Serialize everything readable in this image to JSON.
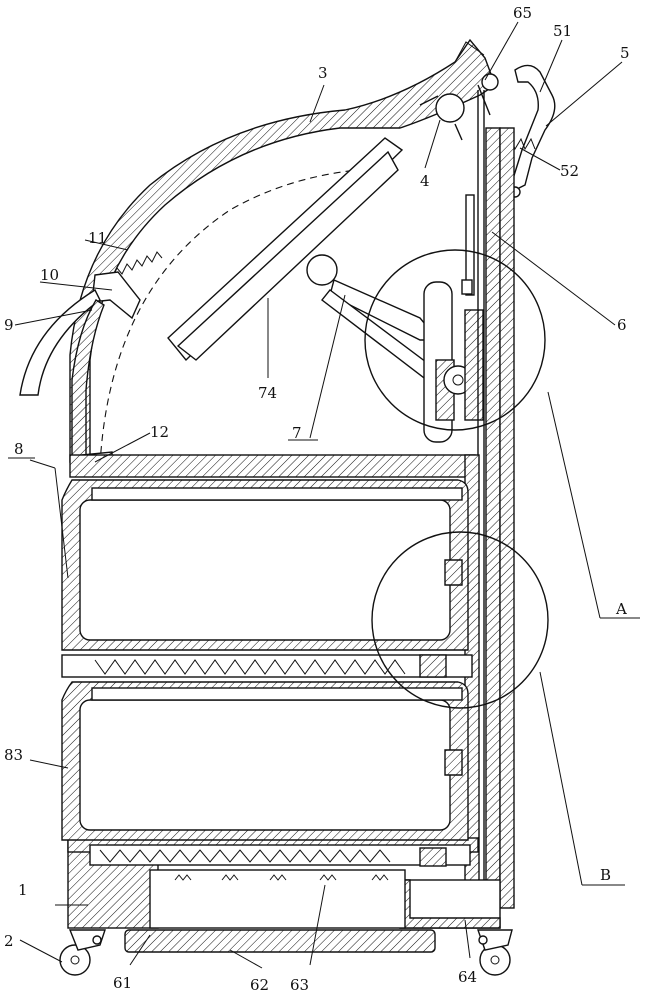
{
  "labels": [
    {
      "id": "1",
      "text": "1"
    },
    {
      "id": "2",
      "text": "2"
    },
    {
      "id": "3",
      "text": "3"
    },
    {
      "id": "4",
      "text": "4"
    },
    {
      "id": "5",
      "text": "5"
    },
    {
      "id": "51",
      "text": "51"
    },
    {
      "id": "52",
      "text": "52"
    },
    {
      "id": "6",
      "text": "6"
    },
    {
      "id": "61",
      "text": "61"
    },
    {
      "id": "62",
      "text": "62"
    },
    {
      "id": "63",
      "text": "63"
    },
    {
      "id": "64",
      "text": "64"
    },
    {
      "id": "65",
      "text": "65"
    },
    {
      "id": "7",
      "text": "7"
    },
    {
      "id": "74",
      "text": "74"
    },
    {
      "id": "8",
      "text": "8"
    },
    {
      "id": "83",
      "text": "83"
    },
    {
      "id": "9",
      "text": "9"
    },
    {
      "id": "10",
      "text": "10"
    },
    {
      "id": "11",
      "text": "11"
    },
    {
      "id": "12",
      "text": "12"
    },
    {
      "id": "A",
      "text": "A"
    },
    {
      "id": "B",
      "text": "B"
    }
  ]
}
